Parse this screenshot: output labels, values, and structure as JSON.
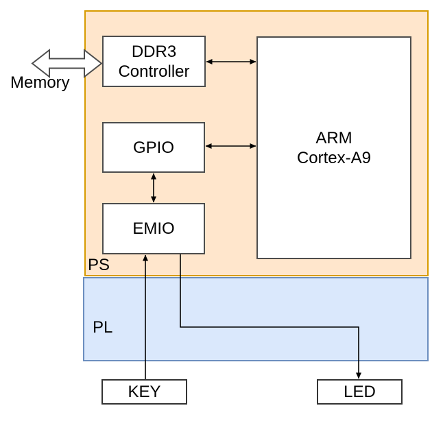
{
  "diagram": {
    "regions": {
      "ps": {
        "label": "PS",
        "fill": "#FFE6CC",
        "stroke": "#D79B00"
      },
      "pl": {
        "label": "PL",
        "fill": "#DAE8FC",
        "stroke": "#6C8EBF"
      }
    },
    "blocks": {
      "ddr3": {
        "line1": "DDR3",
        "line2": "Controller"
      },
      "gpio": {
        "label": "GPIO"
      },
      "emio": {
        "label": "EMIO"
      },
      "arm": {
        "line1": "ARM",
        "line2": "Cortex-A9"
      },
      "key": {
        "label": "KEY"
      },
      "led": {
        "label": "LED"
      }
    },
    "labels": {
      "memory": "Memory"
    },
    "connectors": [
      {
        "name": "memory-ddr3",
        "type": "bidirectional-hollow"
      },
      {
        "name": "ddr3-arm",
        "type": "bidirectional"
      },
      {
        "name": "gpio-arm",
        "type": "bidirectional"
      },
      {
        "name": "gpio-emio",
        "type": "bidirectional"
      },
      {
        "name": "key-emio",
        "type": "directional"
      },
      {
        "name": "emio-led",
        "type": "directional"
      }
    ],
    "colors": {
      "block_stroke": "#4d4d4d",
      "connector": "#000000",
      "text": "#000000"
    }
  }
}
